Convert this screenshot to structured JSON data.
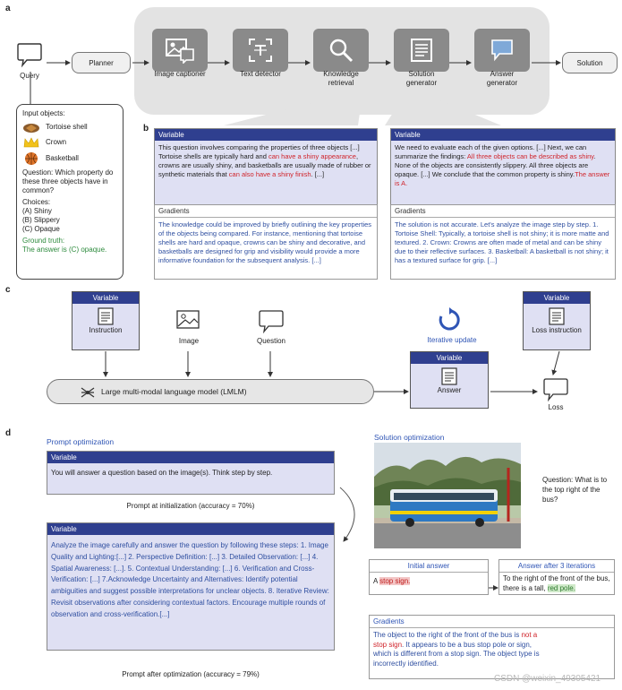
{
  "panels": {
    "a": "a",
    "b": "b",
    "c": "c",
    "d": "d"
  },
  "a": {
    "query": "Query",
    "planner": "Planner",
    "tools": [
      "Image captioner",
      "Text detector",
      "Knowledge retrieval",
      "Solution generator",
      "Answer generator"
    ],
    "solution": "Solution",
    "query_card": {
      "input_label": "Input objects:",
      "objects": [
        "Tortoise shell",
        "Crown",
        "Basketball"
      ],
      "question": "Question: Which property do these three objects have in common?",
      "choices_label": "Choices:",
      "choices": [
        "(A) Shiny",
        "(B) Slippery",
        "(C) Opaque"
      ],
      "gt_label": "Ground truth:",
      "gt_value": "The answer is (C) opaque."
    }
  },
  "b": {
    "left": {
      "var_title": "Variable",
      "var_text_1": "This question involves comparing the properties of three objects [...] Tortoise shells are typically hard and ",
      "var_red_1": "can have a shiny appearance",
      "var_text_2": ", crowns are usually shiny, and basketballs are usually made of rubber or synthetic materials that ",
      "var_red_2": "can also have a shiny finish",
      "var_text_3": ". [...]",
      "grad_title": "Gradients",
      "grad_text": "The knowledge could be improved by briefly outlining the key properties of the objects being compared. For instance, mentioning that tortoise shells are hard and opaque, crowns can be shiny and decorative, and basketballs are designed for grip and visibility would provide a more informative foundation for the subsequent analysis. [...]"
    },
    "right": {
      "var_title": "Variable",
      "var_text_1": "We need to evaluate each of the given options. [...] Next, we can summarize the findings: ",
      "var_red_1": "All three objects can be described as shiny",
      "var_text_2": ". None of the objects are consistently slippery. All three objects are opaque. [...] We conclude that the common property is shiny.",
      "var_red_2": "The answer is A.",
      "grad_title": "Gradients",
      "grad_text": "The solution is not accurate. Let's analyze the image step by step. 1. Tortoise Shell: Typically, a tortoise shell is not shiny; it is more matte and textured. 2. Crown: Crowns are often made of metal and can be shiny due to their reflective surfaces. 3. Basketball: A basketball is not shiny; it has a textured surface for grip. [...]"
    }
  },
  "c": {
    "variable": "Variable",
    "instruction": "Instruction",
    "image": "Image",
    "question": "Question",
    "iterative": "Iterative update",
    "loss_instruction": "Loss instruction",
    "lmm": "Large multi-modal language model (LMLM)",
    "answer": "Answer",
    "loss": "Loss"
  },
  "d": {
    "prompt_opt": "Prompt optimization",
    "var_title": "Variable",
    "init_text": "You will answer a question based on the image(s). Think step by step.",
    "init_caption": "Prompt at initialization (accuracy = 70%)",
    "opt_text": "Analyze the image carefully and answer the question by following these steps: 1. Image Quality and Lighting:[...] 2. Perspective Definition: [...] 3. Detailed Observation: [...] 4. Spatial Awareness: [...]. 5. Contextual Understanding: [...] 6. Verification and Cross-Verification: [...] 7.Acknowledge Uncertainty and Alternatives: Identify potential ambiguities and suggest possible interpretations for unclear objects. 8. Iterative Review: Revisit observations after considering contextual factors. Encourage multiple rounds of observation and cross-verification.[...]",
    "opt_caption": "Prompt after optimization (accuracy = 79%)",
    "sol_opt": "Solution optimization",
    "question": "Question: What is to the top right of the bus?",
    "initial_title": "Initial answer",
    "initial_prefix": "A ",
    "initial_hl": "stop sign.",
    "after_title": "Answer after 3 iterations",
    "after_text": "To the right of the front of the bus, there is a tall, ",
    "after_hl": "red pole.",
    "grad_title": "Gradients",
    "grad_text_1": "The object to the right of the front of the bus is ",
    "grad_red_1": "not a stop sign",
    "grad_text_2": ". It appears to be a bus stop pole or sign, which is different from a stop sign. The object type is incorrectly identified.",
    "watermark": "CSDN @weixin_49305421"
  }
}
